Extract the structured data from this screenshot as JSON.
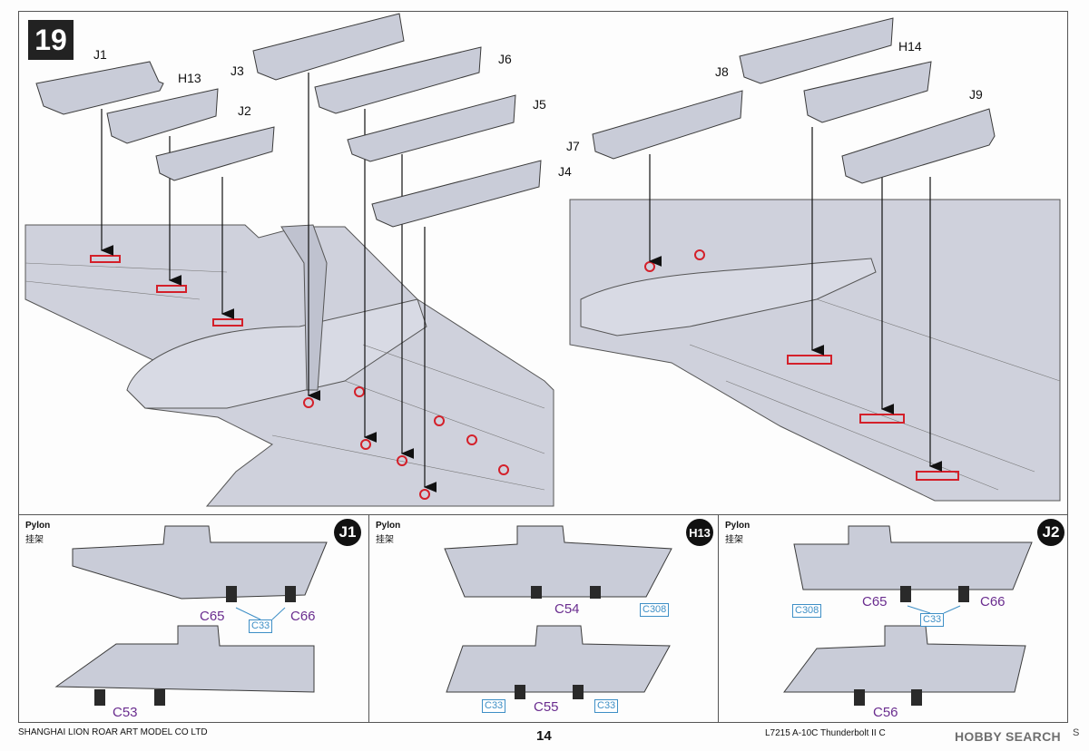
{
  "step": {
    "number": "19"
  },
  "top_labels": {
    "J1": "J1",
    "H13": "H13",
    "J2": "J2",
    "J3": "J3",
    "J6": "J6",
    "J5": "J5",
    "J4": "J4",
    "J8": "J8",
    "H14": "H14",
    "J9": "J9",
    "J7": "J7"
  },
  "panels": [
    {
      "title": "Pylon",
      "subtitle": "挂架",
      "badge": "J1",
      "callouts": {
        "a": "C65",
        "b": "C66",
        "c": "C53",
        "boxed": "C33"
      }
    },
    {
      "title": "Pylon",
      "subtitle": "挂架",
      "badge": "H13",
      "callouts": {
        "a": "C54",
        "b": "C55",
        "boxed1": "C308",
        "boxed2": "C33",
        "boxed3": "C33"
      }
    },
    {
      "title": "Pylon",
      "subtitle": "挂架",
      "badge": "J2",
      "callouts": {
        "a": "C65",
        "b": "C66",
        "c": "C56",
        "boxed1": "C308",
        "boxed2": "C33"
      }
    }
  ],
  "footer": {
    "company": "SHANGHAI LION ROAR ART MODEL CO LTD",
    "page": "14",
    "product": "L7215 A-10C Thunderbolt II C",
    "watermark": "HOBBY SEARCH",
    "edge_mark": "S"
  },
  "colors": {
    "part_fill": "#c9ccd8",
    "part_stroke": "#3b3b3b",
    "highlight": "#d4202a",
    "callout_purple": "#6a2d8f",
    "callout_blue": "#3e8fc6"
  }
}
